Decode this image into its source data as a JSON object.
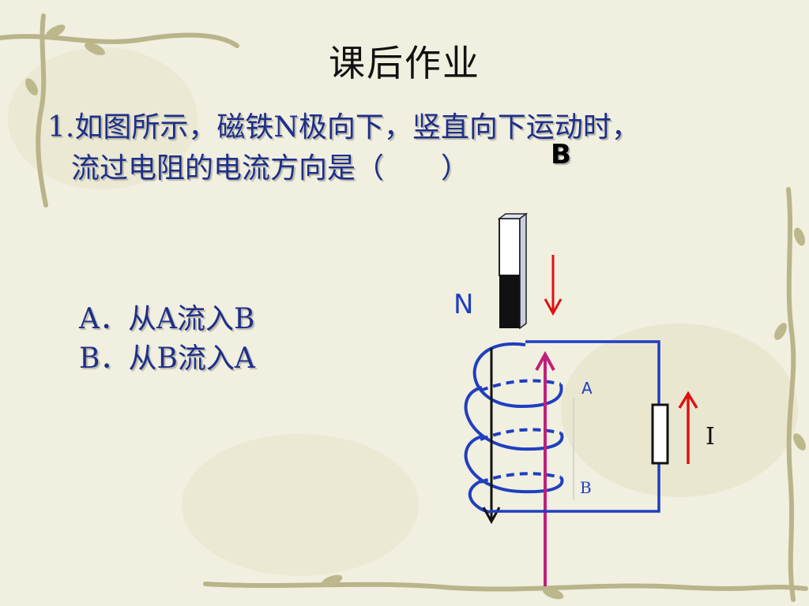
{
  "slide": {
    "title": "课后作业",
    "question_line1": "1.如图所示，磁铁N极向下，竖直向下运动时，",
    "question_line2": "流过电阻的电流方向是（　　）",
    "answer": "B",
    "options": [
      "A．从A流入B",
      "B．从B流入A"
    ]
  },
  "diagram": {
    "magnet_pole_label": "N",
    "point_a_label": "A",
    "point_b_label": "B",
    "current_label": "I"
  },
  "colors": {
    "text_blue": "#1d2f8a",
    "wire_blue": "#1f3fbf",
    "arrow_red": "#e01010",
    "field_magenta": "#c0207a",
    "background": "#f1efe0"
  }
}
